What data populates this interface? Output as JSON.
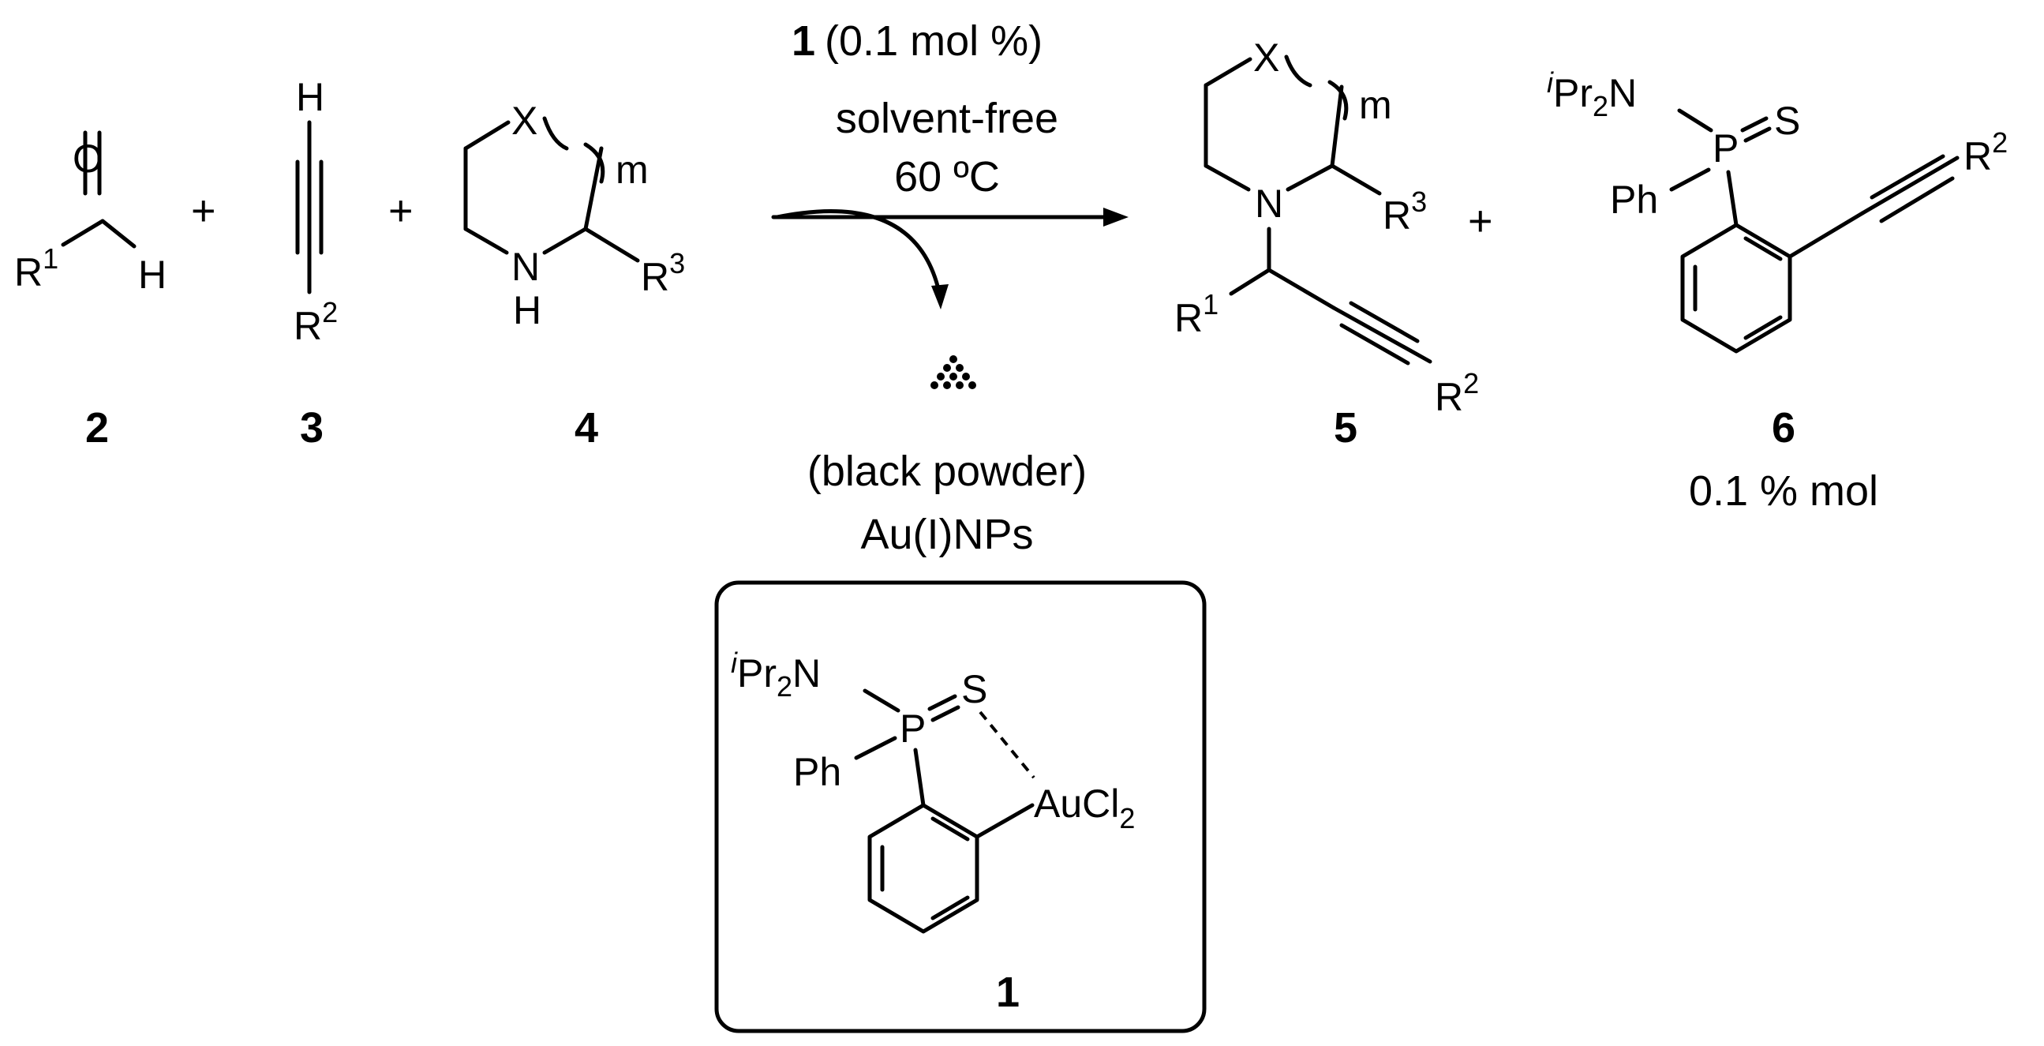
{
  "reaction": {
    "conditions": {
      "catalyst_number": "1",
      "catalyst_loading": "(0.1 mol %)",
      "solvent": "solvent-free",
      "temperature": "60 ºC",
      "byproduct_note": "(black powder)",
      "byproduct_name": "Au(I)NPs"
    },
    "compounds": {
      "aldehyde": {
        "number": "2",
        "r1": "R",
        "r1_sup": "1",
        "o": "O",
        "h": "H"
      },
      "alkyne": {
        "number": "3",
        "h": "H",
        "r2": "R",
        "r2_sup": "2"
      },
      "amine": {
        "number": "4",
        "x": "X",
        "m": "m",
        "nh": "N",
        "h": "H",
        "r3": "R",
        "r3_sup": "3"
      },
      "product": {
        "number": "5",
        "x": "X",
        "m": "m",
        "n": "N",
        "r3": "R",
        "r3_sup": "3",
        "r1": "R",
        "r1_sup": "1",
        "r2": "R",
        "r2_sup": "2"
      },
      "side_product": {
        "number": "6",
        "amount": "0.1 % mol",
        "ipr_i": "i",
        "ipr": "Pr",
        "ipr_sub": "2",
        "n": "N",
        "p": "P",
        "s": "S",
        "ph": "Ph",
        "r2": "R",
        "r2_sup": "2"
      },
      "catalyst": {
        "number": "1",
        "ipr_i": "i",
        "ipr": "Pr",
        "ipr_sub": "2",
        "n": "N",
        "p": "P",
        "s": "S",
        "ph": "Ph",
        "au": "AuCl",
        "au_sub": "2"
      }
    },
    "plus_signs": [
      "+",
      "+",
      "+"
    ]
  }
}
